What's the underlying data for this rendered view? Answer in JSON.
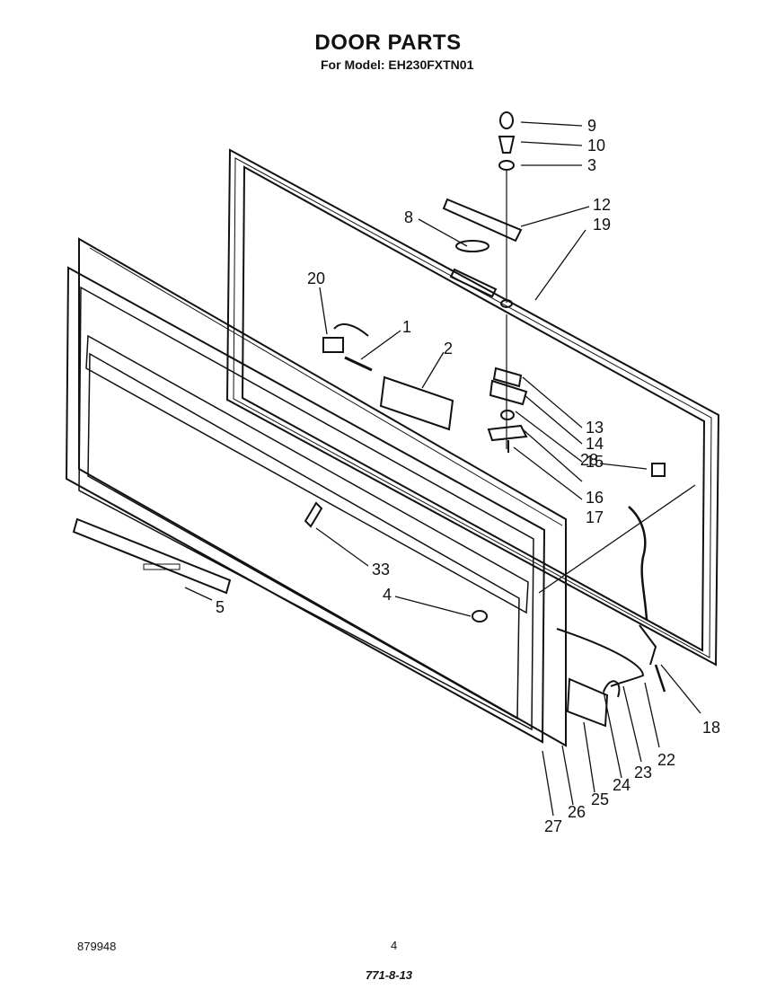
{
  "header": {
    "title": "DOOR PARTS",
    "subtitle": "For Model: EH230FXTN01"
  },
  "footer": {
    "doc_number": "879948",
    "page": "4",
    "code": "771-8-13"
  },
  "callouts": [
    "9",
    "10",
    "3",
    "12",
    "19",
    "8",
    "20",
    "1",
    "2",
    "13",
    "14",
    "15",
    "16",
    "17",
    "28",
    "33",
    "4",
    "5",
    "18",
    "22",
    "23",
    "24",
    "25",
    "26",
    "27"
  ]
}
